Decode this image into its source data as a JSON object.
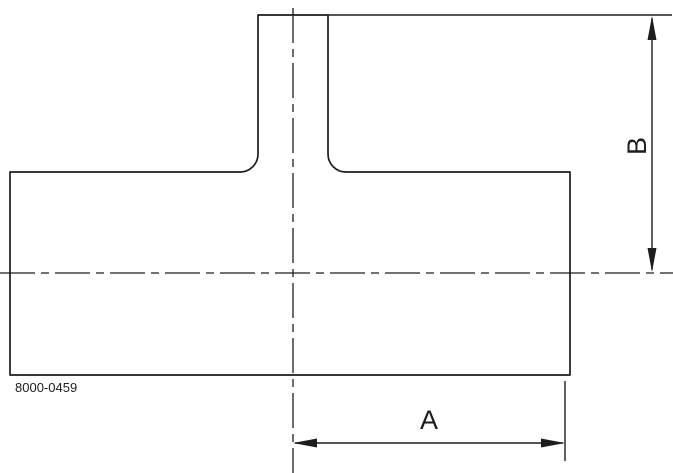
{
  "drawing": {
    "part_number": "8000-0459",
    "dimensions": {
      "a_label": "A",
      "b_label": "B"
    },
    "colors": {
      "line": "#1d1d1b",
      "background": "#ffffff"
    }
  }
}
